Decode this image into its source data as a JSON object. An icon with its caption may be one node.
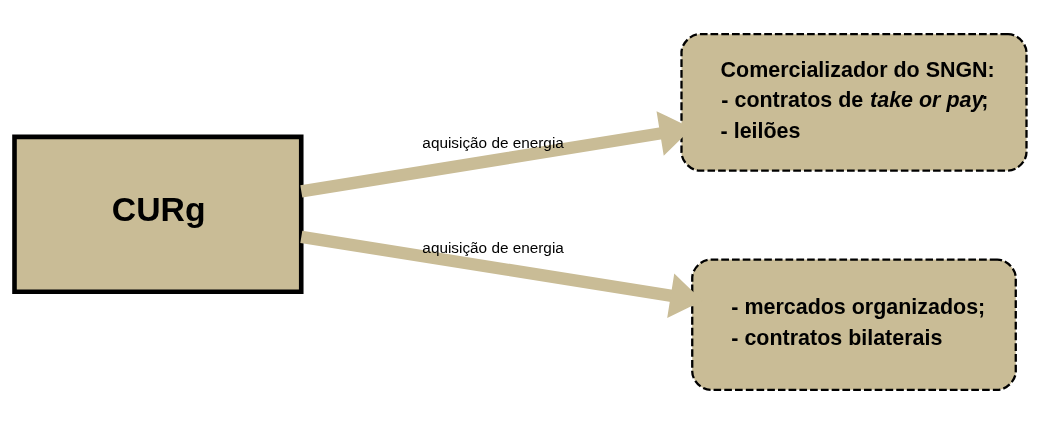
{
  "diagram": {
    "nodes": [
      {
        "text": [
          "CURg"
        ]
      },
      {
        "text": [
          "Comercializador do SNGN:",
          "- contratos de *take or pay*;",
          "- leilões"
        ]
      },
      {
        "text": [
          "- mercados organizados;",
          "- contratos bilaterais"
        ]
      }
    ],
    "edges": [
      {
        "from": 0,
        "to": 1,
        "arrow": "to",
        "label": "aquisição de energia"
      },
      {
        "from": 0,
        "to": 2,
        "arrow": "to",
        "label": "aquisição de energia"
      }
    ]
  }
}
